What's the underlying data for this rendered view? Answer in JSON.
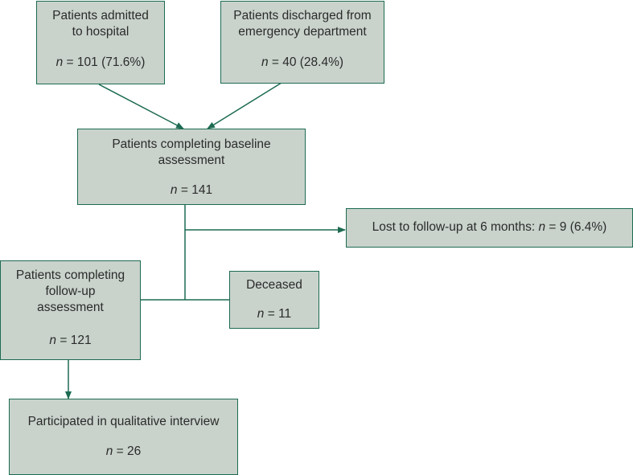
{
  "boxes": {
    "admitted": {
      "label_line1": "Patients admitted",
      "label_line2": "to hospital",
      "n_symbol": "n",
      "n_value": " = 101 (71.6%)"
    },
    "discharged": {
      "label_line1": "Patients discharged from",
      "label_line2": "emergency department",
      "n_symbol": "n",
      "n_value": " = 40 (28.4%)"
    },
    "baseline": {
      "label_line1": "Patients completing baseline",
      "label_line2": "assessment",
      "n_symbol": "n",
      "n_value": " = 141"
    },
    "lost": {
      "label": "Lost to follow-up at 6 months: ",
      "n_symbol": "n",
      "n_value": " = 9 (6.4%)"
    },
    "followup": {
      "label_line1": "Patients completing",
      "label_line2": "follow-up",
      "label_line3": "assessment",
      "n_symbol": "n",
      "n_value": " = 121"
    },
    "deceased": {
      "label": "Deceased",
      "n_symbol": "n",
      "n_value": " = 11"
    },
    "qualitative": {
      "label": "Participated in qualitative interview",
      "n_symbol": "n",
      "n_value": " = 26"
    }
  },
  "colors": {
    "box_fill": "#c9d3cc",
    "border": "#1d6b52",
    "arrow": "#1d6b52",
    "text": "#2b2b2b"
  }
}
